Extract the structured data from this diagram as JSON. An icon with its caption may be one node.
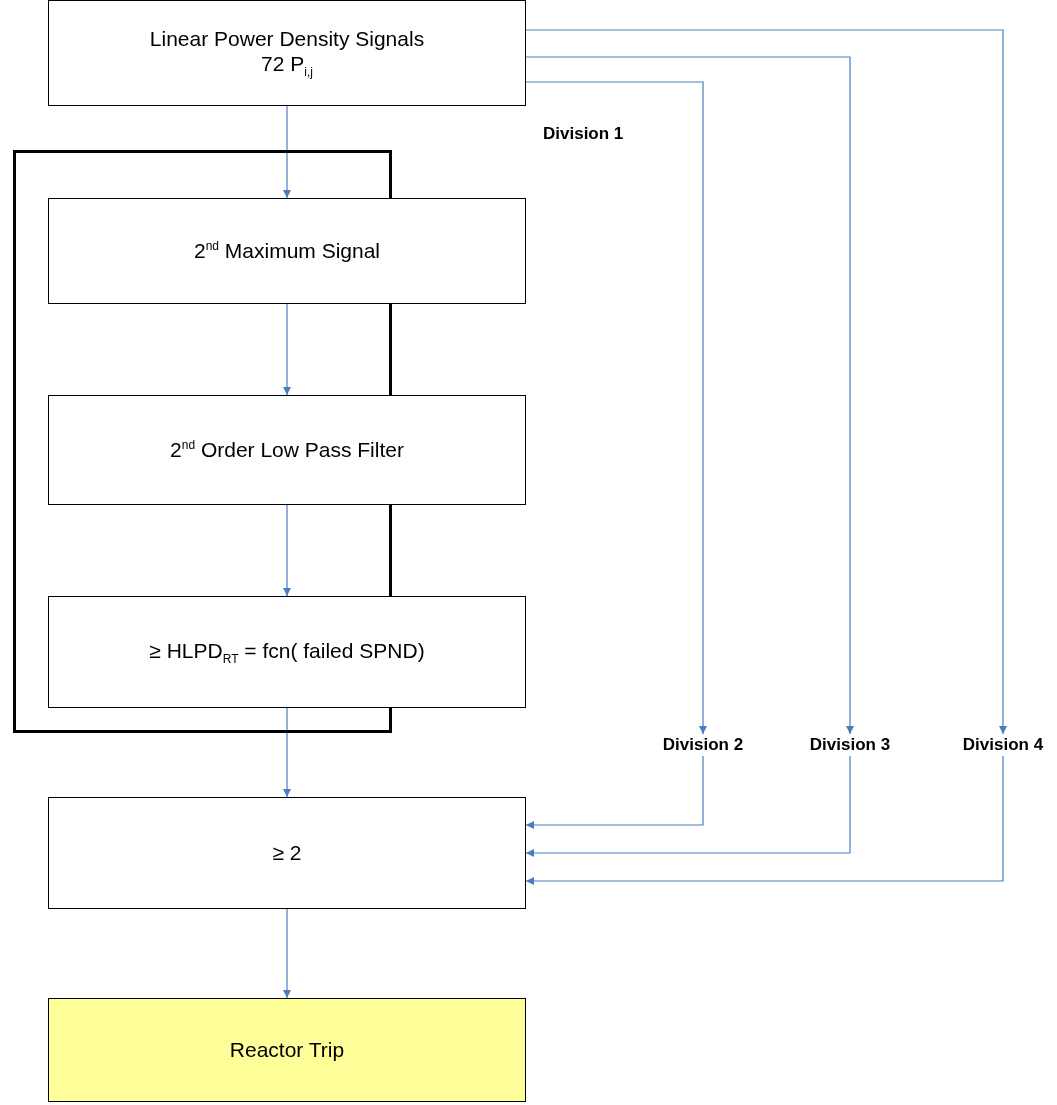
{
  "diagram": {
    "nodes": [
      {
        "text": [
          "Linear Power Density Signals",
          "72 P$_{i,j}$"
        ]
      },
      {
        "text": [
          "2$^{nd}$ Maximum Signal"
        ]
      },
      {
        "text": [
          "2$^{nd}$ Order Low Pass Filter"
        ]
      },
      {
        "text": [
          "≥ HLPD$_{RT}$ = fcn( failed SPND)"
        ]
      },
      {
        "text": [
          "≥ 2"
        ]
      },
      {
        "text": [
          "Reactor Trip"
        ]
      },
      {
        "text": [
          "Division 2"
        ]
      },
      {
        "text": [
          "Division 3"
        ]
      },
      {
        "text": [
          "Division 4"
        ]
      }
    ],
    "edges": [
      {
        "from": 0,
        "to": 1,
        "arrow": "to"
      },
      {
        "from": 1,
        "to": 2,
        "arrow": "to"
      },
      {
        "from": 2,
        "to": 3,
        "arrow": "to"
      },
      {
        "from": 3,
        "to": 4,
        "arrow": "to"
      },
      {
        "from": 4,
        "to": 5,
        "arrow": "to"
      },
      {
        "from": 0,
        "to": 6,
        "arrow": "to"
      },
      {
        "from": 0,
        "to": 7,
        "arrow": "to"
      },
      {
        "from": 0,
        "to": 8,
        "arrow": "to"
      },
      {
        "from": 6,
        "to": 4,
        "arrow": "to"
      },
      {
        "from": 7,
        "to": 4,
        "arrow": "to"
      },
      {
        "from": 8,
        "to": 4,
        "arrow": "to"
      }
    ],
    "labels": [
      "Division 1"
    ]
  }
}
